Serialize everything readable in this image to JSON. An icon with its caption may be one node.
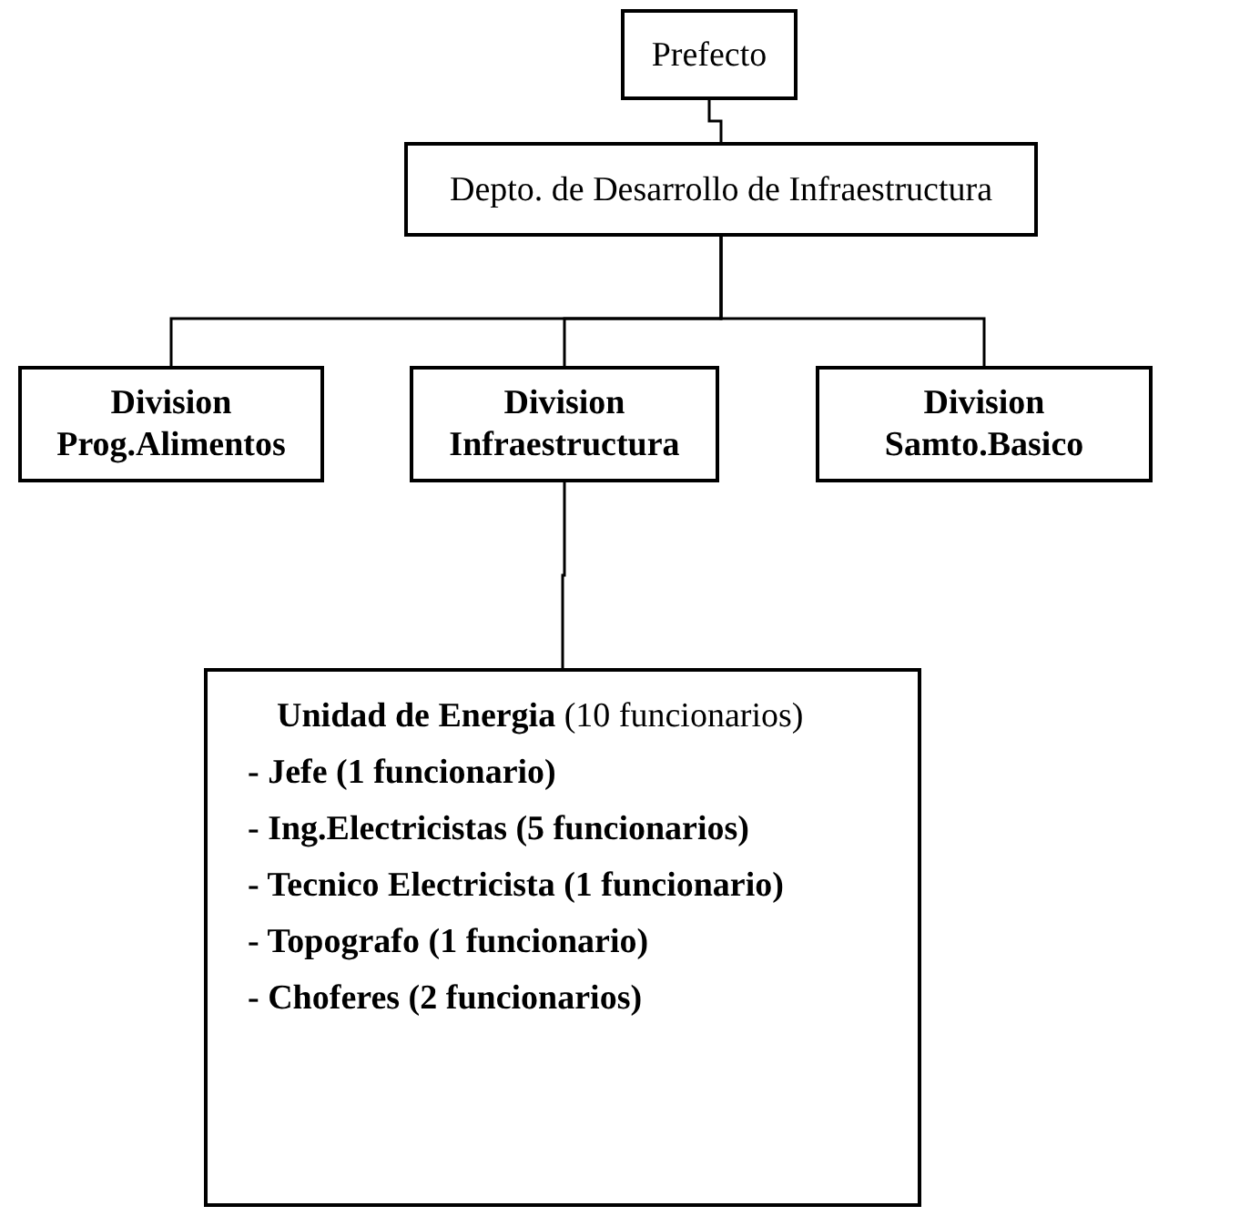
{
  "diagram": {
    "nodes": [
      {
        "text": [
          "Prefecto"
        ]
      },
      {
        "text": [
          "Depto. de Desarrollo de Infraestructura"
        ]
      },
      {
        "text": [
          "Division Prog.Alimentos"
        ]
      },
      {
        "text": [
          "Division Infraestructura"
        ]
      },
      {
        "text": [
          "Division Samto.Basico"
        ]
      },
      {
        "text": [
          "**Unidad de Energia** (10 funcionarios)",
          "- Jefe (1 funcionario)",
          "- Ing.Electricistas (5 funcionarios)",
          "- Tecnico Electricista (1 funcionario)",
          "- Topografo (1 funcionario)",
          "- Choferes (2 funcionarios)"
        ]
      }
    ],
    "edges": [
      {
        "from": 0,
        "to": 1,
        "arrow": "none"
      },
      {
        "from": 1,
        "to": 2,
        "arrow": "none"
      },
      {
        "from": 1,
        "to": 3,
        "arrow": "none"
      },
      {
        "from": 1,
        "to": 4,
        "arrow": "none"
      },
      {
        "from": 3,
        "to": 5,
        "arrow": "none"
      }
    ]
  }
}
